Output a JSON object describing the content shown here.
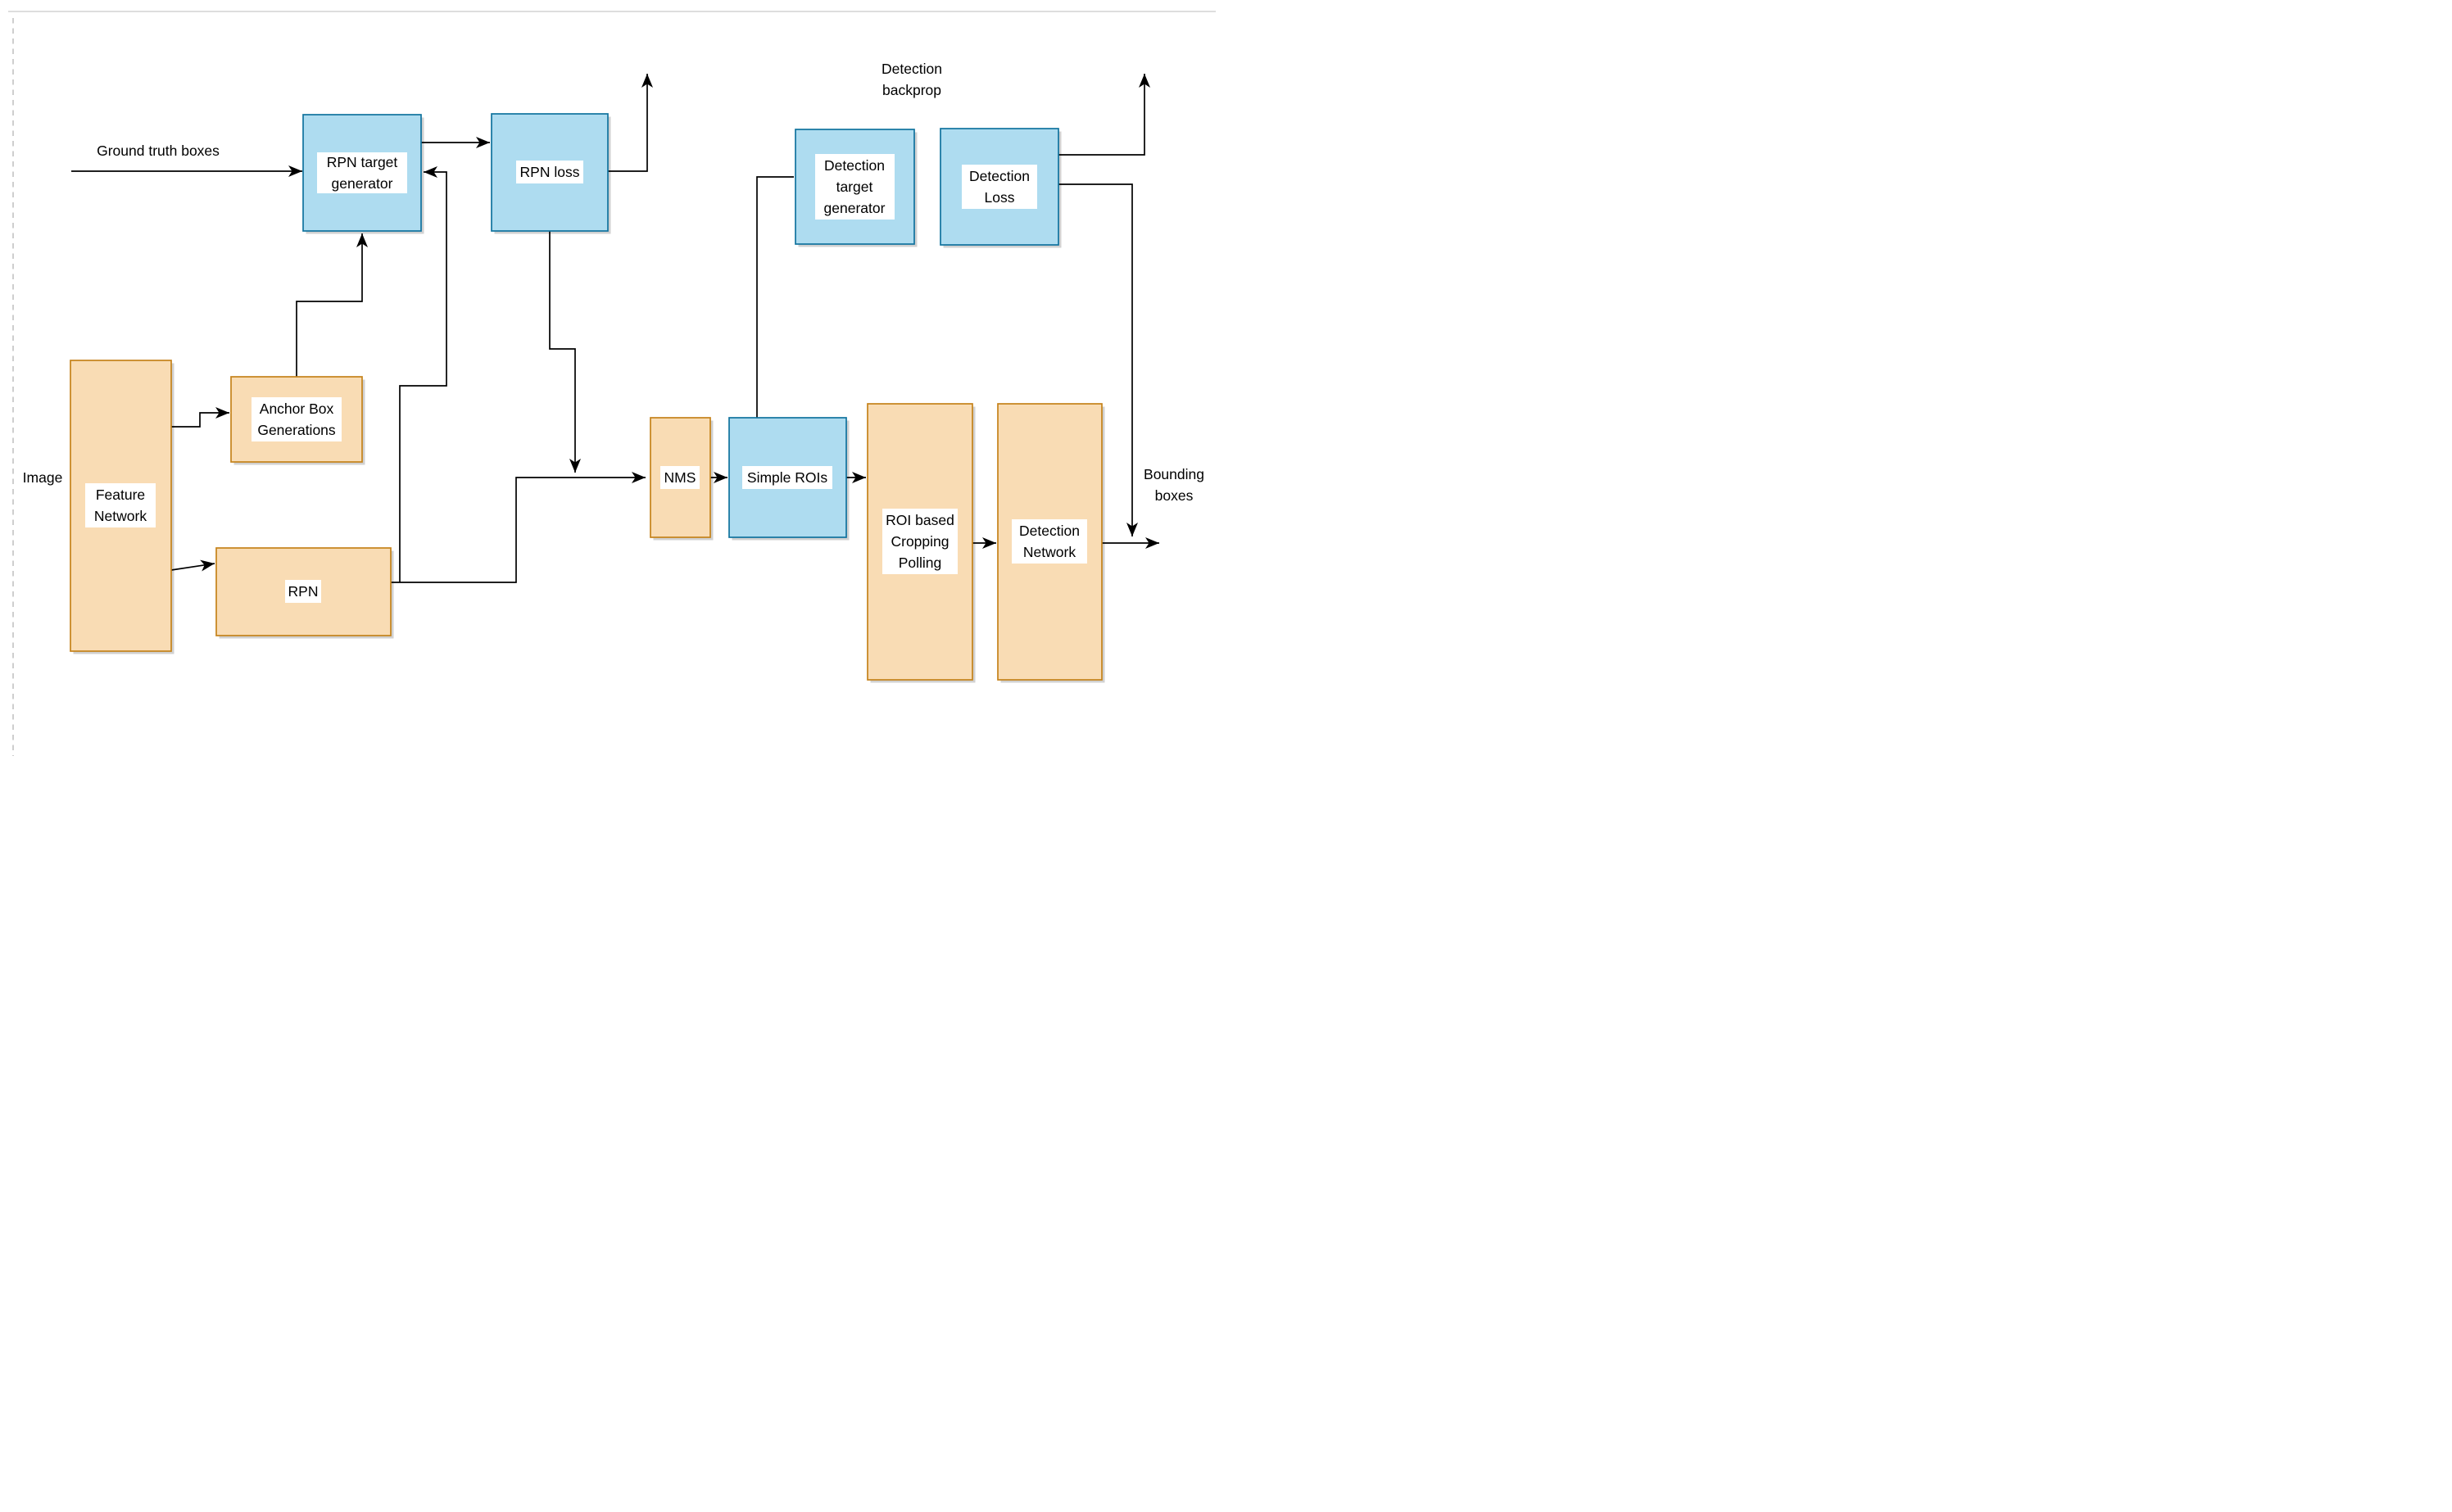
{
  "diagram": {
    "type": "flowchart",
    "description": "Faster R-CNN style training/inference dataflow diagram",
    "colors": {
      "background": "#ffffff",
      "wire": "#000000",
      "orange_fill": "#f9dcb4",
      "orange_stroke": "#c5821a",
      "blue_fill": "#aedcf0",
      "blue_stroke": "#10739e",
      "label_background": "#ffffff",
      "page_divider": "#b9b9b9"
    },
    "nodes": {
      "rpn_target": {
        "color": "blue",
        "lines": [
          "RPN target",
          "generator"
        ]
      },
      "rpn_loss": {
        "color": "blue",
        "lines": [
          "RPN loss"
        ]
      },
      "det_target": {
        "color": "blue",
        "lines": [
          "Detection",
          "target",
          "generator"
        ]
      },
      "det_loss": {
        "color": "blue",
        "lines": [
          "Detection",
          "Loss"
        ]
      },
      "feature": {
        "color": "orange",
        "lines": [
          "Feature",
          "Network"
        ]
      },
      "anchor": {
        "color": "orange",
        "lines": [
          "Anchor Box",
          "Generations"
        ]
      },
      "rpn": {
        "color": "orange",
        "lines": [
          "RPN"
        ]
      },
      "nms": {
        "color": "orange",
        "lines": [
          "NMS"
        ]
      },
      "simple_rois": {
        "color": "blue",
        "lines": [
          "Simple ROIs"
        ]
      },
      "roi_crop": {
        "color": "orange",
        "lines": [
          "ROI based",
          "Cropping",
          "Polling"
        ]
      },
      "det_network": {
        "color": "orange",
        "lines": [
          "Detection",
          "Network"
        ]
      }
    },
    "labels": {
      "ground_truth": {
        "lines": [
          "Ground truth boxes"
        ]
      },
      "backprop": {
        "lines": [
          "Detection",
          "backprop"
        ]
      },
      "image": {
        "lines": [
          "Image"
        ]
      },
      "bounding": {
        "lines": [
          "Bounding",
          "boxes"
        ]
      }
    }
  }
}
